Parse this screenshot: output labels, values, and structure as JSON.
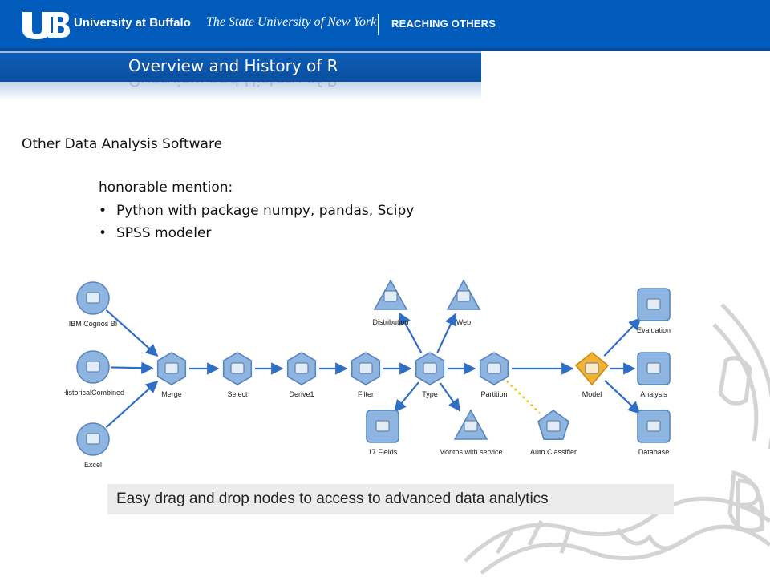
{
  "header": {
    "logo_icon": "ub-monogram-icon",
    "university": "University at Buffalo",
    "suny": "The State University of New York",
    "tagline": "REACHING OTHERS"
  },
  "slide": {
    "title": "Overview and History of R",
    "heading": "Other Data Analysis Software",
    "honorable_label": "honorable mention:",
    "bullets": [
      "Python with package numpy, pandas, Scipy",
      "SPSS modeler"
    ]
  },
  "diagram": {
    "nodes": [
      {
        "label": "IBM Cognos BI",
        "shape": "circle",
        "icon": "cognos-icon"
      },
      {
        "label": "HistoricalCombined",
        "shape": "circle",
        "icon": "sql-icon"
      },
      {
        "label": "Excel",
        "shape": "circle",
        "icon": "excel-icon"
      },
      {
        "label": "Merge",
        "shape": "hexagon",
        "icon": "merge-icon"
      },
      {
        "label": "Select",
        "shape": "hexagon",
        "icon": "select-icon"
      },
      {
        "label": "Derive1",
        "shape": "hexagon",
        "icon": "derive-icon"
      },
      {
        "label": "Filter",
        "shape": "hexagon",
        "icon": "filter-icon"
      },
      {
        "label": "Type",
        "shape": "hexagon",
        "icon": "type-icon"
      },
      {
        "label": "Partition",
        "shape": "hexagon",
        "icon": "partition-icon"
      },
      {
        "label": "Distribution",
        "shape": "triangle",
        "icon": "distribution-icon"
      },
      {
        "label": "Web",
        "shape": "triangle",
        "icon": "web-icon"
      },
      {
        "label": "17 Fields",
        "shape": "square",
        "icon": "fields-icon"
      },
      {
        "label": "Months with service",
        "shape": "triangle",
        "icon": "histogram-icon"
      },
      {
        "label": "Auto Classifier",
        "shape": "pentagon",
        "icon": "auto-classifier-icon"
      },
      {
        "label": "Model",
        "shape": "diamond",
        "icon": "model-icon"
      },
      {
        "label": "Evaluation",
        "shape": "square",
        "icon": "evaluation-icon"
      },
      {
        "label": "Analysis",
        "shape": "square",
        "icon": "analysis-icon"
      },
      {
        "label": "Database",
        "shape": "square",
        "icon": "database-icon"
      }
    ],
    "edges": [
      [
        0,
        3
      ],
      [
        1,
        3
      ],
      [
        2,
        3
      ],
      [
        3,
        4
      ],
      [
        4,
        5
      ],
      [
        5,
        6
      ],
      [
        6,
        7
      ],
      [
        7,
        9
      ],
      [
        7,
        10
      ],
      [
        7,
        11
      ],
      [
        7,
        12
      ],
      [
        7,
        8
      ],
      [
        8,
        14
      ],
      [
        8,
        13
      ],
      [
        14,
        15
      ],
      [
        14,
        16
      ],
      [
        14,
        17
      ]
    ],
    "colors": {
      "node_fill": "#8eb4e0",
      "node_border": "#5a86bf",
      "arrow": "#2f6ec7",
      "model": "#f2b233"
    },
    "caption": "Easy drag and drop nodes to access to advanced data analytics"
  },
  "colors": {
    "banner": "#005bbb",
    "title_bar": "#0a4fa0"
  }
}
